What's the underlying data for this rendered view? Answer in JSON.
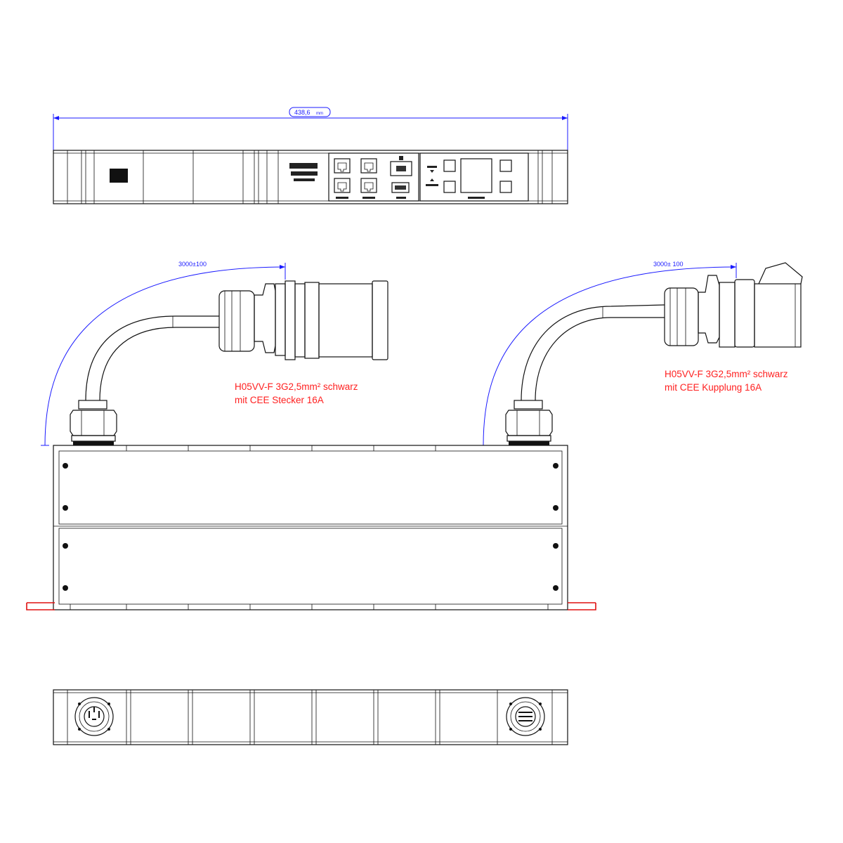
{
  "dimensions": {
    "overall_width": "438,6",
    "overall_width_unit": "mm",
    "cable_length_left": "3000±100",
    "cable_length_right": "3000± 100"
  },
  "cables": {
    "left": {
      "line1": "H05VV-F 3G2,5mm² schwarz",
      "line2": "mit CEE Stecker 16A"
    },
    "right": {
      "line1": "H05VV-F 3G2,5mm² schwarz",
      "line2": "mit CEE Kupplung 16A"
    }
  },
  "colors": {
    "dimension": "#1a1aff",
    "cable_label": "#ff2020",
    "mounting_bracket": "#e01010",
    "outline": "#111111"
  }
}
